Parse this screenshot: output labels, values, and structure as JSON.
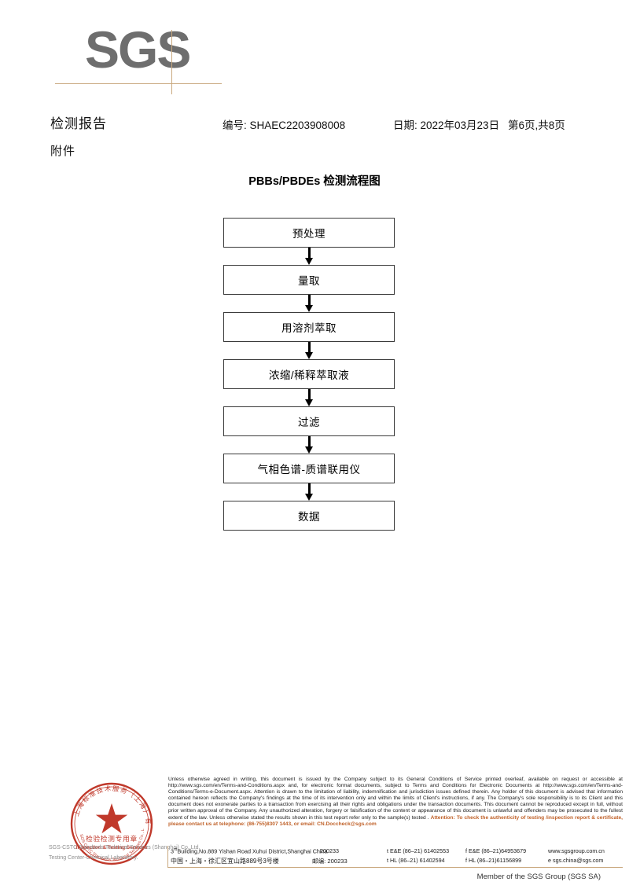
{
  "logo": {
    "text": "SGS"
  },
  "header": {
    "title": "检测报告",
    "subtitle": "附件",
    "report_no": "编号: SHAEC2203908008",
    "date": "日期: 2022年03月23日",
    "page": "第6页,共8页"
  },
  "flowchart": {
    "title": "PBBs/PBDEs 检测流程图",
    "steps": [
      {
        "label": "预处理"
      },
      {
        "label": "量取"
      },
      {
        "label": "用溶剂萃取"
      },
      {
        "label": "浓缩/稀释萃取液"
      },
      {
        "label": "过滤"
      },
      {
        "label": "气相色谱-质谱联用仪"
      },
      {
        "label": "数据"
      }
    ]
  },
  "seal": {
    "arc_top": "上海标准技术服务（上海）有限公司",
    "arc_bottom": "SGS-CSTC Standards Technical Services Co., Ltd.",
    "center_cn": "检验检测专用章",
    "center_en": "Inspection & Testing Services",
    "color": "#c0392b"
  },
  "company": {
    "line1": "SGS-CSTC Standards Technical Services (Shanghai) Co.,Ltd.",
    "line2": "Testing Center-Chemical Laboratory."
  },
  "legal": {
    "body": "Unless otherwise agreed in writing, this document is issued by the Company subject to its General Conditions of Service printed overleaf, available on request or accessible at http://www.sgs.com/en/Terms-and-Conditions.aspx and, for electronic format documents, subject to Terms and Conditions for Electronic Documents at http://www.sgs.com/en/Terms-and-Conditions/Terms-e-Document.aspx. Attention is drawn to the limitation of liability, indemnification and jurisdiction issues defined therein. Any holder of this document is advised that information contained hereon reflects the Company's findings at the time of its intervention only and within the limits of Client's instructions, if any. The Company's sole responsibility is to its Client and this document does not exonerate parties to a transaction from exercising all their rights and obligations under the transaction documents. This document cannot be reproduced except in full, without prior written approval of the Company. Any unauthorized alteration, forgery or falsification of the content or appearance of this document is unlawful and offenders may be prosecuted to the fullest extent of the law. Unless otherwise stated the results shown in this test report refer only to the sample(s) tested .",
    "attention": "Attention: To check the authenticity of testing /inspection report & certificate, please contact us at telephone: (86-755)8307 1443, or email: CN.Doccheck@sgs.com",
    "attention_color": "#c0622a"
  },
  "address": {
    "row1": {
      "addr_prefix": "3",
      "addr_sup": "rd",
      "addr": "Building,No.889 Yishan Road Xuhui District,Shanghai China",
      "zip": "200233",
      "tel1": "t E&E (86–21) 61402553",
      "tel2": "f E&E (86–21)64953679",
      "web": "www.sgsgroup.com.cn"
    },
    "row2": {
      "addr": "中国・上海・徐汇区宜山路889号3号楼",
      "zip": "邮编: 200233",
      "tel1": "t HL (86–21) 61402594",
      "tel2": "f HL (86–21)61156899",
      "web": "e sgs.china@sgs.com"
    }
  },
  "footer": {
    "member": "Member of the SGS Group (SGS SA)"
  }
}
